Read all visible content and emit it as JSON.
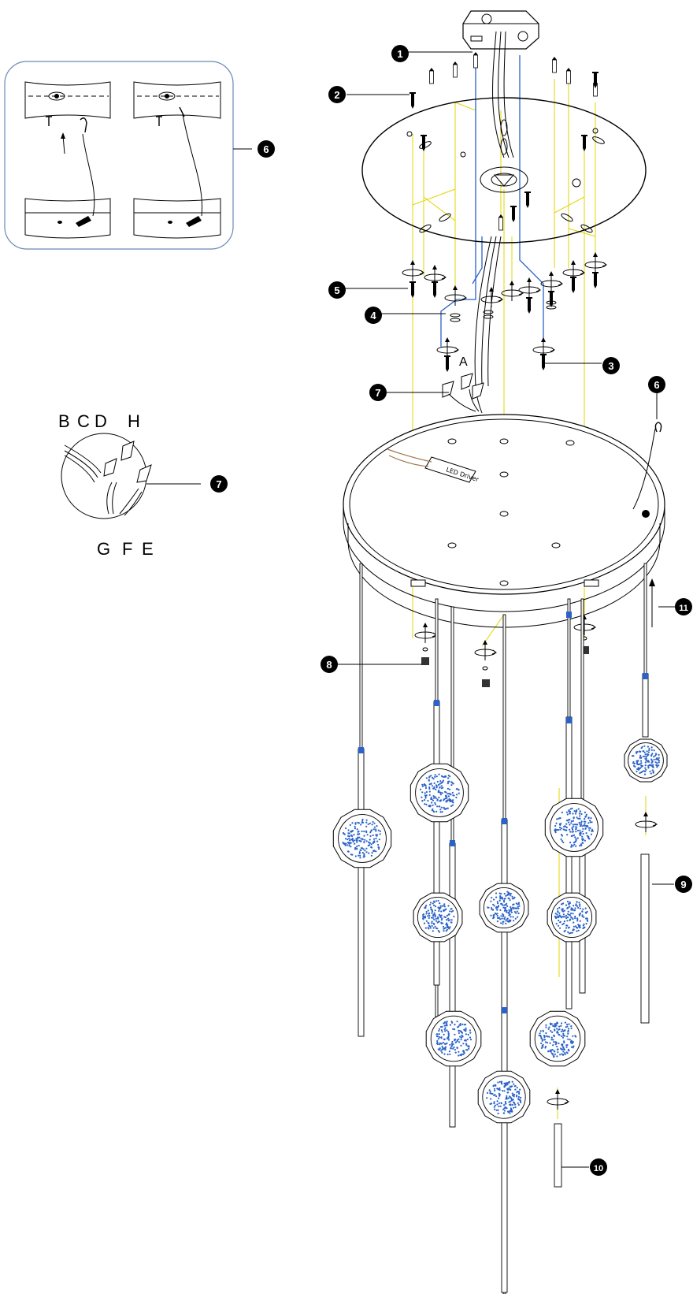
{
  "callouts": [
    "1",
    "2",
    "3",
    "4",
    "5",
    "6",
    "7",
    "8",
    "9",
    "10",
    "11"
  ],
  "inset_wiring": {
    "top_letters": [
      "B",
      "C",
      "D",
      "H"
    ],
    "bottom_letters": [
      "G",
      "F",
      "E"
    ],
    "callout": "7"
  },
  "inset_cable": {
    "callout": "6"
  },
  "screw_label": "A",
  "driver_label": "LED Driver"
}
